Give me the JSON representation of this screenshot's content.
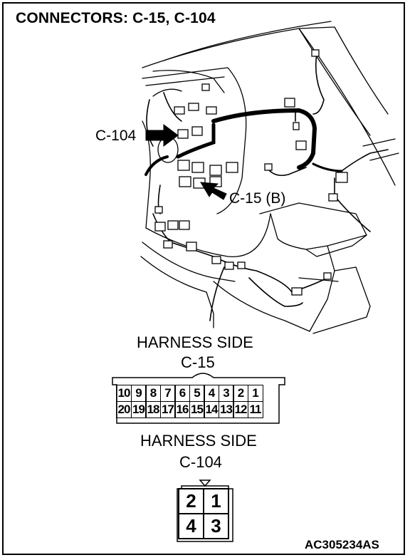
{
  "title": "CONNECTORS: C-15, C-104",
  "callouts": {
    "c104": "C-104",
    "c15b": "C-15 (B)"
  },
  "connector_c15": {
    "header": "HARNESS SIDE",
    "name": "C-15",
    "rows": [
      [
        "10",
        "9",
        "8",
        "7",
        "6",
        "5",
        "4",
        "3",
        "2",
        "1"
      ],
      [
        "20",
        "19",
        "18",
        "17",
        "16",
        "15",
        "14",
        "13",
        "12",
        "11"
      ]
    ]
  },
  "connector_c104": {
    "header": "HARNESS SIDE",
    "name": "C-104",
    "rows": [
      [
        "2",
        "1"
      ],
      [
        "4",
        "3"
      ]
    ]
  },
  "figure_code": "AC305234AS"
}
